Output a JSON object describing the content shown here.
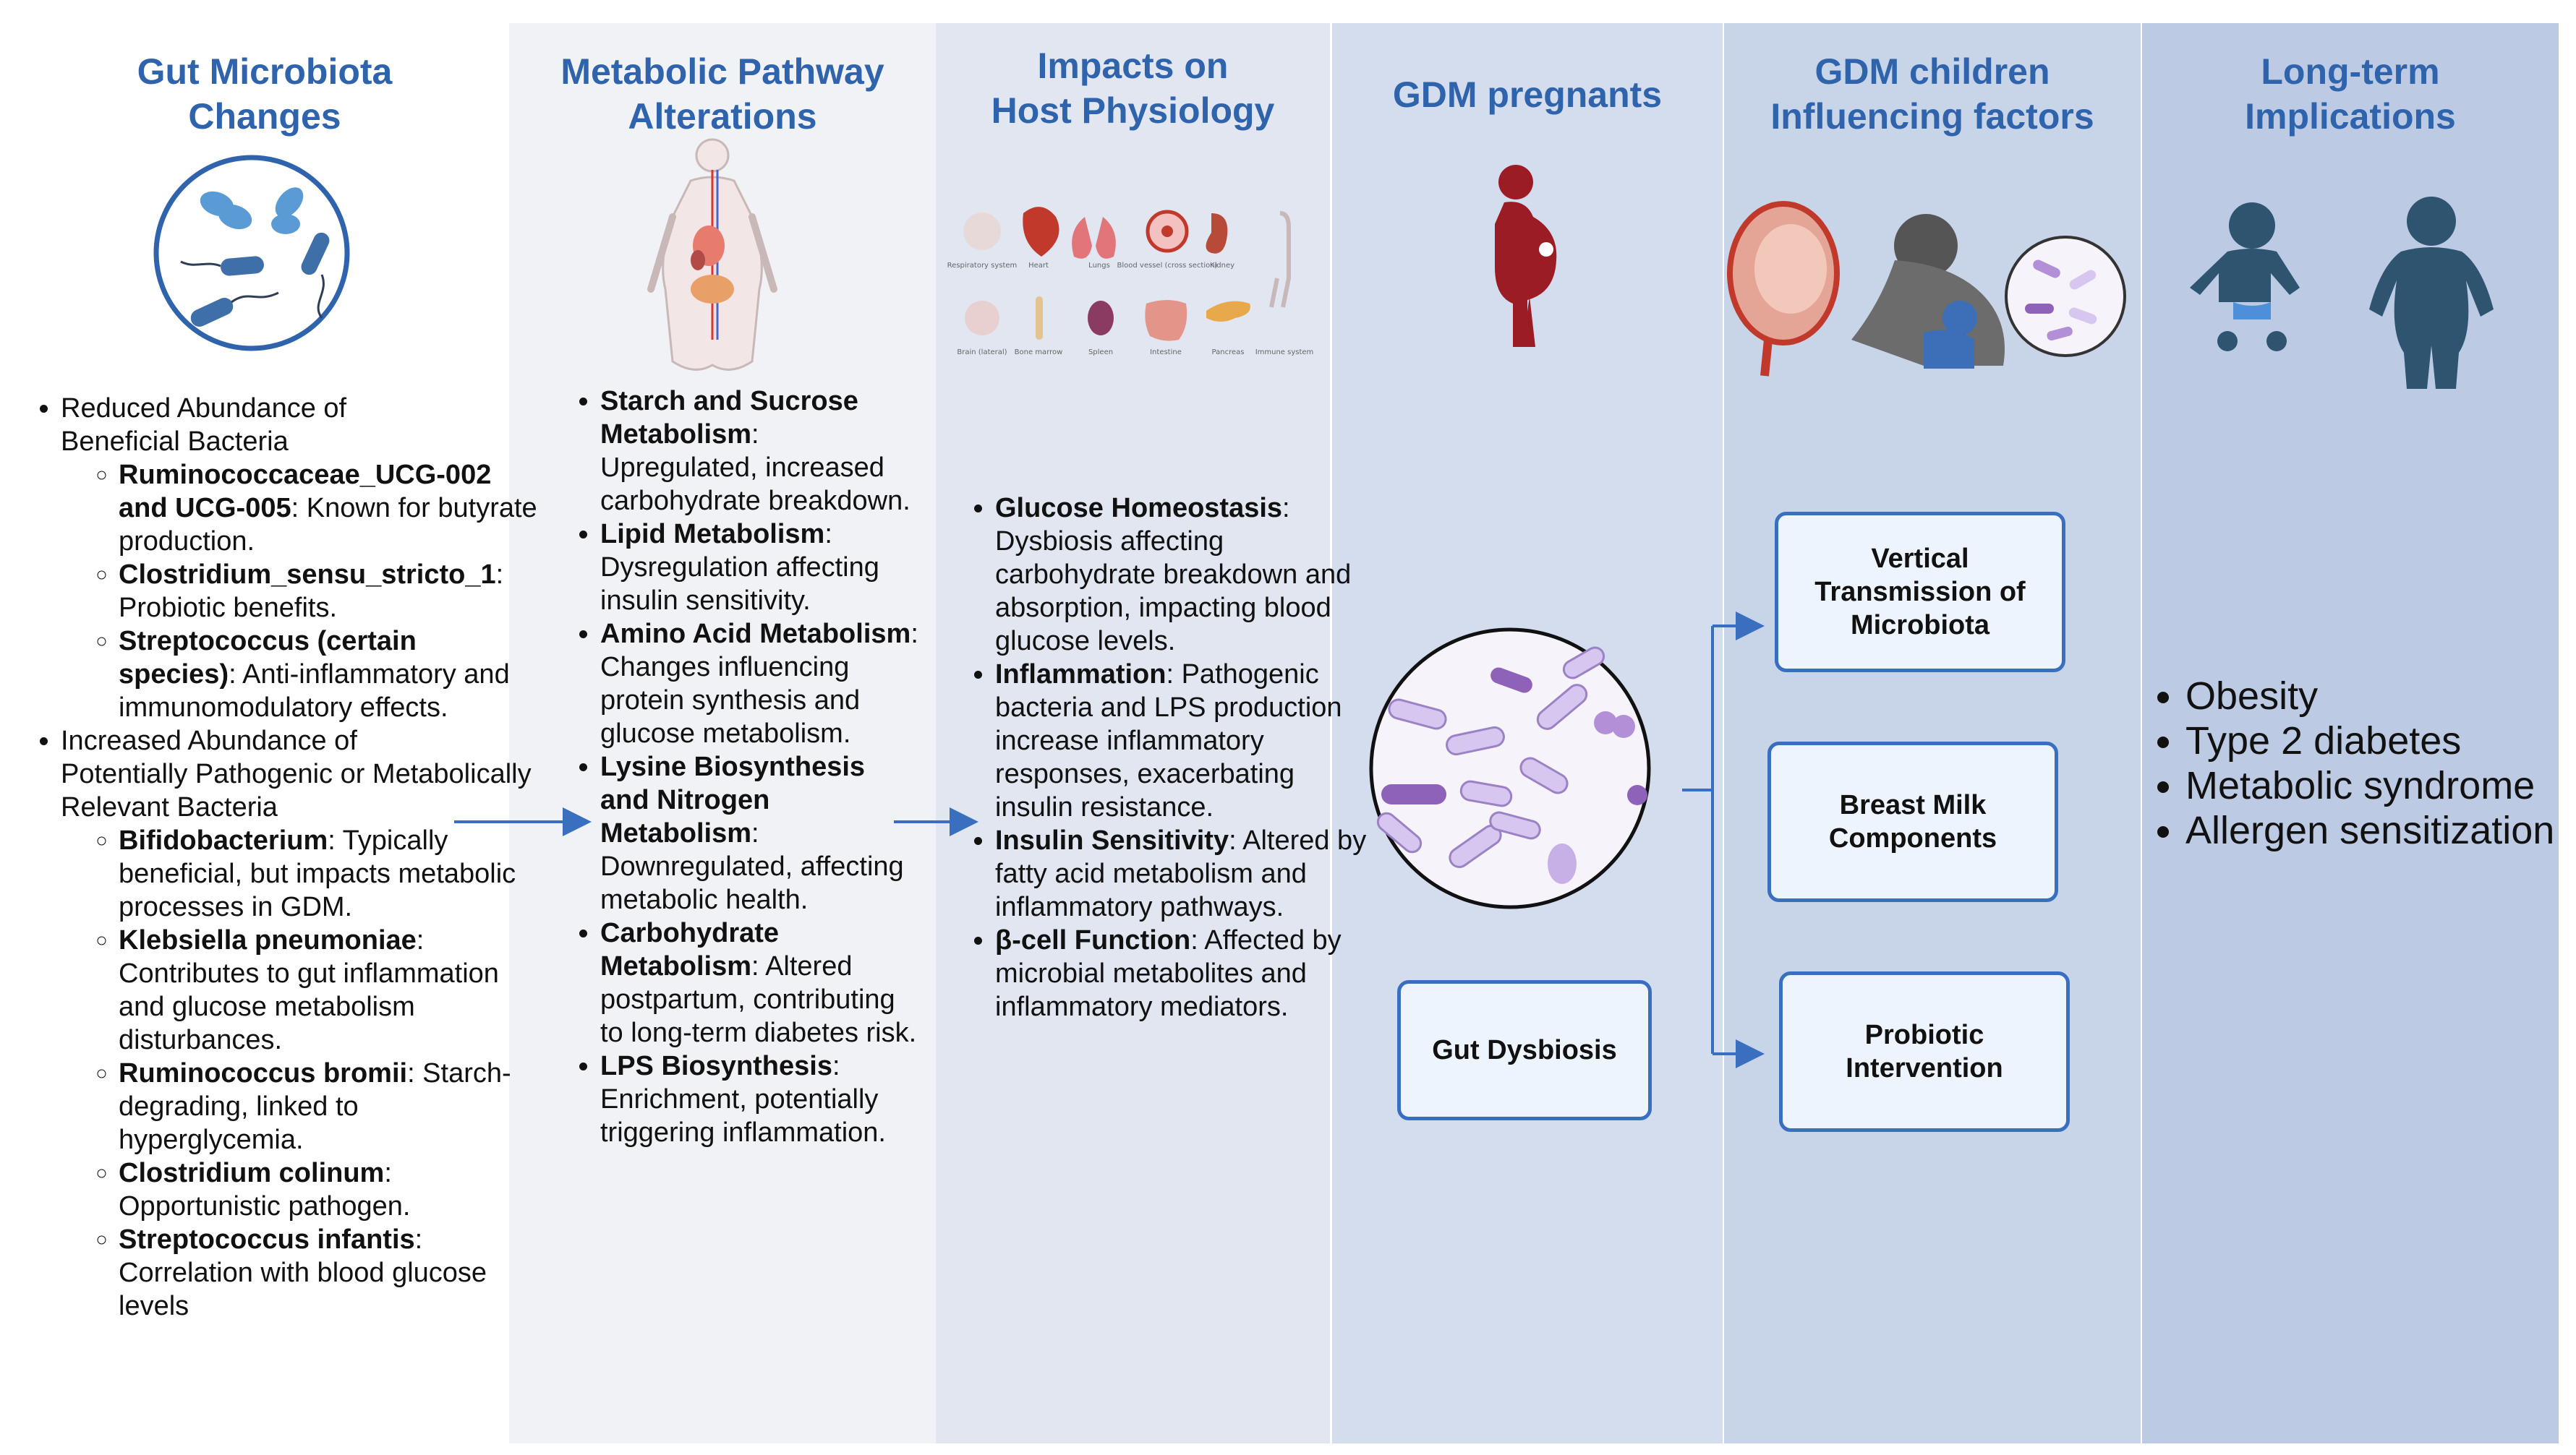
{
  "columns": {
    "gut": {
      "title_line1": "Gut Microbiota",
      "title_line2": "Changes",
      "items": [
        {
          "text_line1": "Reduced Abundance of",
          "text_line2": "Beneficial Bacteria",
          "sub": [
            {
              "bold": "Ruminococcaceae_UCG-002 and UCG-005",
              "rest": ": Known for butyrate production."
            },
            {
              "bold": "Clostridium_sensu_stricto_1",
              "rest": ": Probiotic benefits."
            },
            {
              "bold": "Streptococcus (certain species)",
              "rest": ": Anti-inflammatory and immunomodulatory effects."
            }
          ]
        },
        {
          "text_line1": "Increased Abundance of",
          "text_line2": "Potentially Pathogenic or Metabolically Relevant Bacteria",
          "sub": [
            {
              "bold": "Bifidobacterium",
              "rest": ": Typically beneficial, but impacts metabolic processes in GDM."
            },
            {
              "bold": "Klebsiella pneumoniae",
              "rest": ": Contributes to gut inflammation and glucose metabolism disturbances."
            },
            {
              "bold": "Ruminococcus bromii",
              "rest": ": Starch-degrading, linked to hyperglycemia."
            },
            {
              "bold": "Clostridium colinum",
              "rest": ": Opportunistic pathogen."
            },
            {
              "bold": "Streptococcus infantis",
              "rest": ": Correlation with blood glucose levels"
            }
          ]
        }
      ]
    },
    "pathway": {
      "title_line1": "Metabolic Pathway",
      "title_line2": "Alterations",
      "items": [
        {
          "bold": "Starch and Sucrose Metabolism",
          "rest": ": Upregulated, increased carbohydrate breakdown."
        },
        {
          "bold": "Lipid Metabolism",
          "rest": ": Dysregulation affecting insulin sensitivity."
        },
        {
          "bold": "Amino Acid Metabolism",
          "rest": ": Changes influencing protein synthesis and glucose metabolism."
        },
        {
          "bold": "Lysine Biosynthesis and Nitrogen Metabolism",
          "rest": ": Downregulated, affecting metabolic health."
        },
        {
          "bold": "Carbohydrate Metabolism",
          "rest": ": Altered postpartum, contributing to long-term diabetes risk."
        },
        {
          "bold": "LPS Biosynthesis",
          "rest": ": Enrichment, potentially triggering inflammation."
        }
      ]
    },
    "host": {
      "title_line1": "Impacts on",
      "title_line2": "Host Physiology",
      "organ_labels": [
        "Respiratory system",
        "Heart",
        "Lungs",
        "Blood vessel (cross section)",
        "Kidney",
        "Brain (lateral)",
        "Bone marrow",
        "Spleen",
        "Intestine",
        "Pancreas",
        "Immune system"
      ],
      "items": [
        {
          "bold": "Glucose Homeostasis",
          "rest": ": Dysbiosis affecting carbohydrate breakdown and absorption, impacting blood glucose levels."
        },
        {
          "bold": "Inflammation",
          "rest": ": Pathogenic bacteria and LPS production increase inflammatory responses, exacerbating insulin resistance."
        },
        {
          "bold": "Insulin Sensitivity",
          "rest": ": Altered by fatty acid metabolism and inflammatory pathways."
        },
        {
          "bold": "β-cell Function",
          "rest": ": Affected by microbial metabolites and inflammatory mediators."
        }
      ]
    },
    "pregnants": {
      "title": "GDM pregnants",
      "box": "Gut Dysbiosis"
    },
    "children": {
      "title_line1": "GDM children",
      "title_line2": "Influencing factors",
      "boxes": [
        {
          "line1": "Vertical",
          "line2": "Transmission of",
          "line3": "Microbiota"
        },
        {
          "line1": "Breast Milk",
          "line2": "Components"
        },
        {
          "line1": "Probiotic",
          "line2": "Intervention"
        }
      ]
    },
    "longterm": {
      "title_line1": "Long-term",
      "title_line2": "Implications",
      "items": [
        "Obesity",
        "Type 2 diabetes",
        "Metabolic syndrome",
        "Allergen sensitization"
      ]
    }
  },
  "colors": {
    "title_blue": "#2f64ad",
    "arrow_blue": "#3a6fc0",
    "pregnant_red": "#9b1c24",
    "baby_blue": "#2e5470",
    "bacteria_purple": "#b49ad8"
  },
  "icons": [
    "bacteria-circle-icon",
    "human-body-icon",
    "organs-grid-icon",
    "pregnant-woman-icon",
    "fetus-uterus-icon",
    "breastfeeding-icon",
    "baby-icon",
    "obese-person-icon"
  ]
}
